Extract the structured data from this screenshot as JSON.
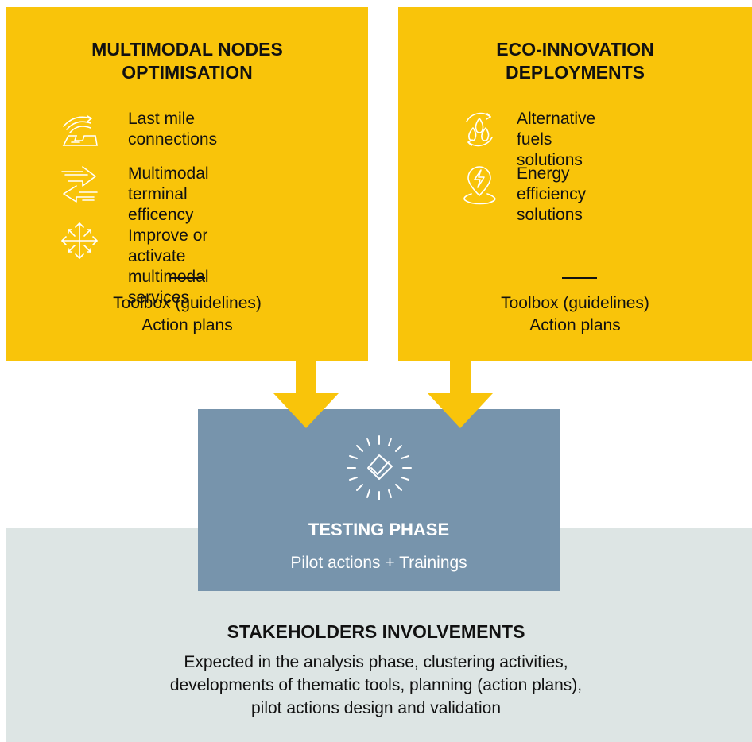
{
  "left_panel": {
    "title": "MULTIMODAL NODES\nOPTIMISATION",
    "items": [
      {
        "label": "Last mile\nconnections",
        "icon": "road-connections-icon"
      },
      {
        "label": "Multimodal terminal\nefficency",
        "icon": "exchange-arrows-icon"
      },
      {
        "label": "Improve or activate\nmultimodal services",
        "icon": "multi-direction-arrows-icon"
      }
    ],
    "toolbox": "Toolbox (guidelines)",
    "action_plans": "Action plans"
  },
  "right_panel": {
    "title": "ECO-INNOVATION\nDEPLOYMENTS",
    "items": [
      {
        "label": "Alternative fuels\nsolutions",
        "icon": "fuel-drops-cycle-icon"
      },
      {
        "label": "Energy efficiency\nsolutions",
        "icon": "energy-pin-icon"
      }
    ],
    "toolbox": "Toolbox (guidelines)",
    "action_plans": "Action plans"
  },
  "testing": {
    "title": "TESTING PHASE",
    "subtitle": "Pilot actions + Trainings",
    "icon": "sparkle-check-icon"
  },
  "stakeholders": {
    "title": "STAKEHOLDERS INVOLVEMENTS",
    "description": "Expected in the analysis phase, clustering activities,\ndevelopments of thematic tools, planning (action plans),\npilot actions design and validation"
  },
  "colors": {
    "yellow": "#f9c40a",
    "testing_blue": "#7794ac",
    "bottom_grey": "#dde5e4",
    "icon_stroke": "#ffffff"
  }
}
